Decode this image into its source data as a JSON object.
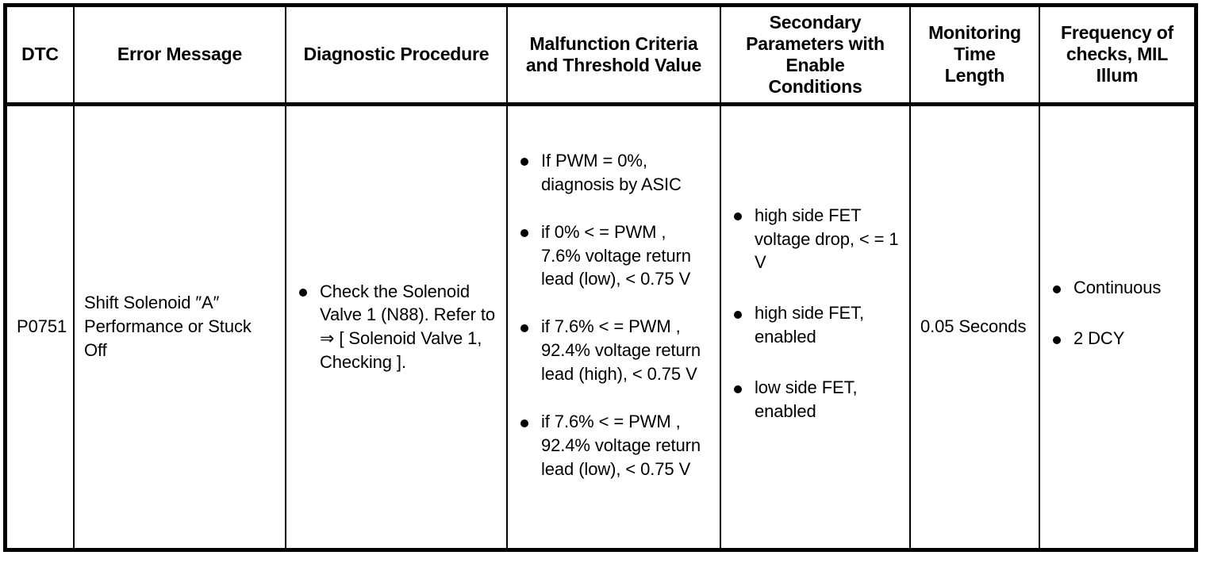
{
  "table": {
    "columns": [
      {
        "key": "dtc",
        "label": "DTC"
      },
      {
        "key": "error",
        "label": "Error Message"
      },
      {
        "key": "procedure",
        "label": "Diagnostic Procedure"
      },
      {
        "key": "criteria",
        "label": "Malfunction Criteria and Threshold Value"
      },
      {
        "key": "secondary",
        "label": "Secondary Parameters with Enable Conditions"
      },
      {
        "key": "time",
        "label": "Monitoring Time Length"
      },
      {
        "key": "frequency",
        "label": "Frequency of checks, MIL Illum"
      }
    ],
    "header_lines": {
      "dtc": [
        "DTC"
      ],
      "error": [
        "Error Message"
      ],
      "procedure": [
        "Diagnostic Procedure"
      ],
      "criteria": [
        "Malfunction Criteria",
        "and Threshold Value"
      ],
      "secondary": [
        "Secondary",
        "Parameters with",
        "Enable",
        "Conditions"
      ],
      "time": [
        "Monitoring",
        "Time",
        "Length"
      ],
      "frequency": [
        "Frequency of",
        "checks, MIL",
        "Illum"
      ]
    },
    "rows": [
      {
        "dtc": "P0751",
        "error": "Shift Solenoid ″A″ Performance or Stuck Off",
        "procedure_bullets": [
          "Check the Solenoid Valve 1 (N88). Refer to ⇒ [ Solenoid Valve 1, Checking ]."
        ],
        "criteria_bullets": [
          "If PWM = 0%, diagnosis by ASIC",
          "if 0% < = PWM , 7.6% voltage return lead (low), < 0.75 V",
          "if 7.6% < = PWM , 92.4% voltage return lead (high), < 0.75 V",
          "if 7.6% < = PWM , 92.4% voltage return lead (low), < 0.75 V"
        ],
        "secondary_bullets": [
          "high side FET voltage drop, < = 1 V",
          "high side FET, enabled",
          "low side FET, enabled"
        ],
        "time": "0.05 Seconds",
        "frequency_bullets": [
          "Continuous",
          "2 DCY"
        ]
      }
    ]
  }
}
